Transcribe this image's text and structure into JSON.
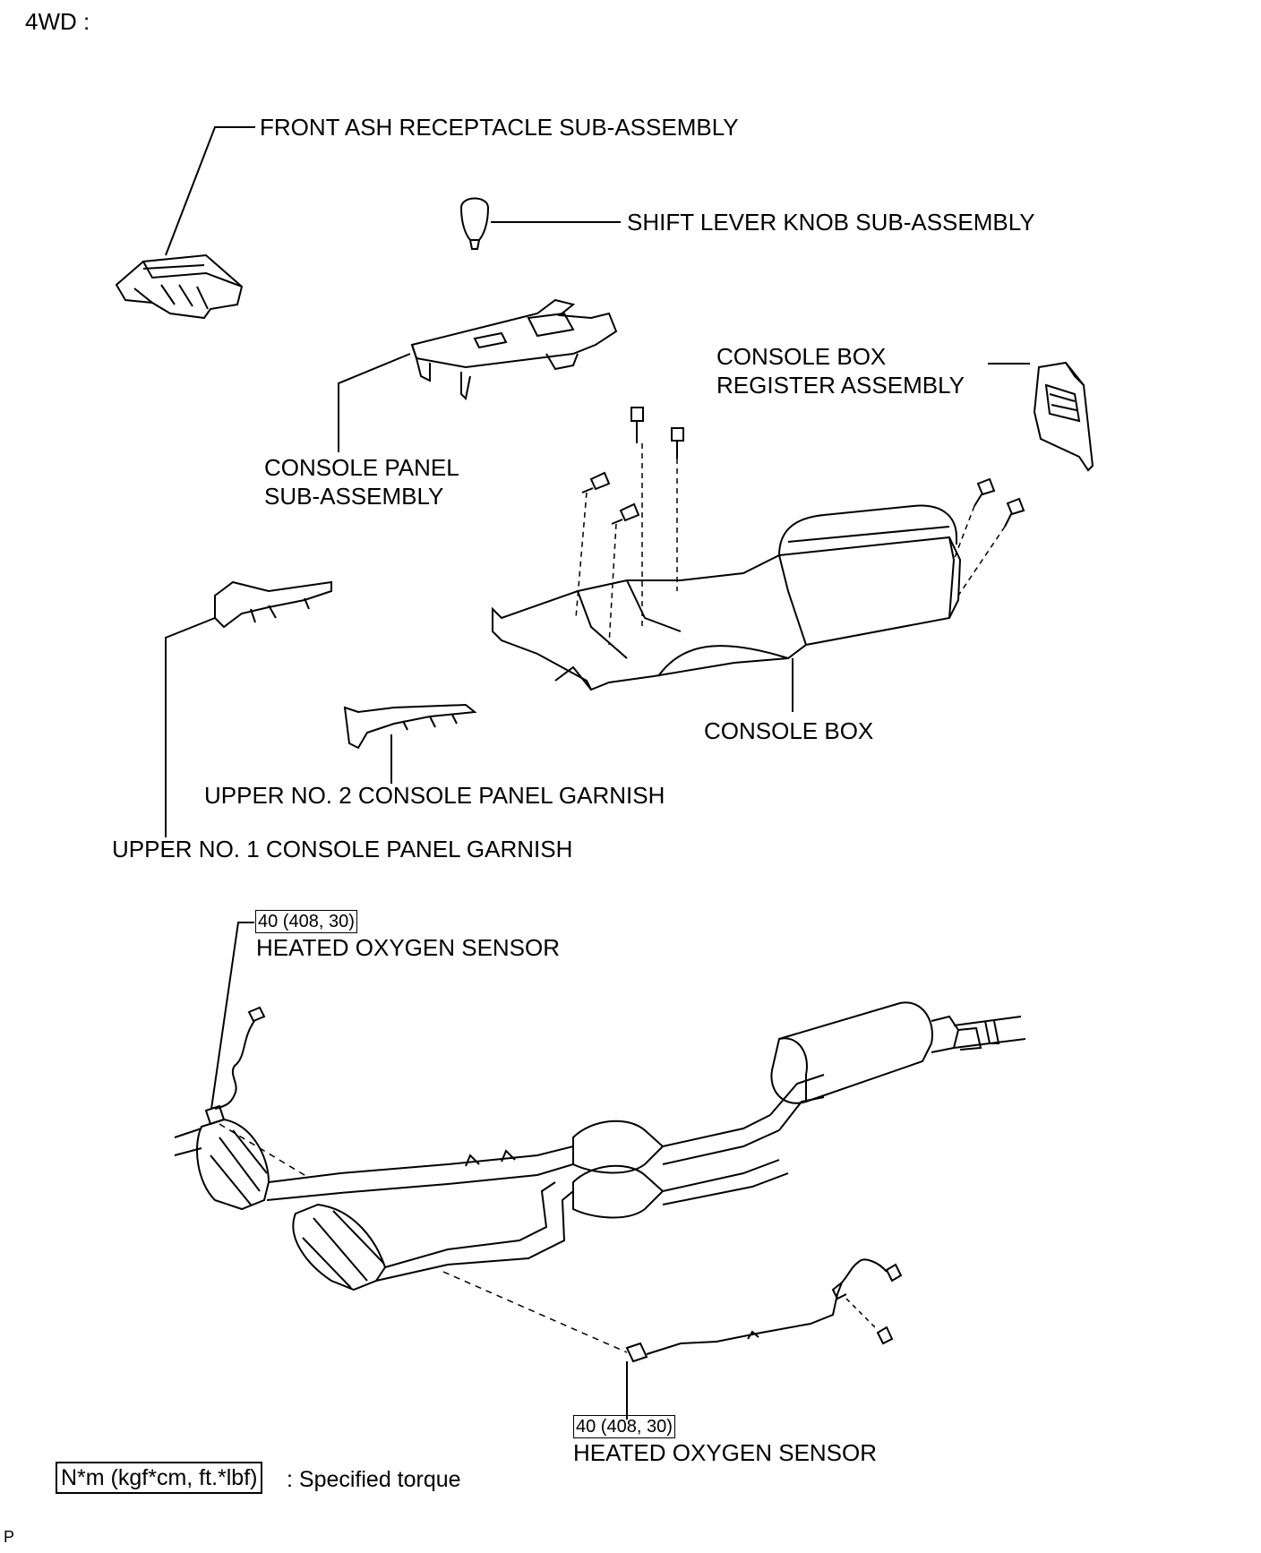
{
  "header": {
    "variant": "4WD :"
  },
  "labels": {
    "front_ash": "FRONT ASH RECEPTACLE SUB-ASSEMBLY",
    "shift_knob": "SHIFT LEVER KNOB SUB-ASSEMBLY",
    "register_l1": "CONSOLE BOX",
    "register_l2": "REGISTER ASSEMBLY",
    "console_panel_l1": "CONSOLE PANEL",
    "console_panel_l2": "SUB-ASSEMBLY",
    "console_box": "CONSOLE BOX",
    "garnish2": "UPPER NO. 2 CONSOLE PANEL GARNISH",
    "garnish1": "UPPER NO. 1 CONSOLE PANEL GARNISH",
    "sensor_upper": "HEATED OXYGEN SENSOR",
    "sensor_lower": "HEATED OXYGEN SENSOR"
  },
  "torque": {
    "upper": "40 (408, 30)",
    "lower": "40 (408, 30)"
  },
  "legend": {
    "unit": "N*m (kgf*cm, ft.*lbf)",
    "text": ": Specified torque"
  },
  "footer": {
    "mark": "P"
  }
}
